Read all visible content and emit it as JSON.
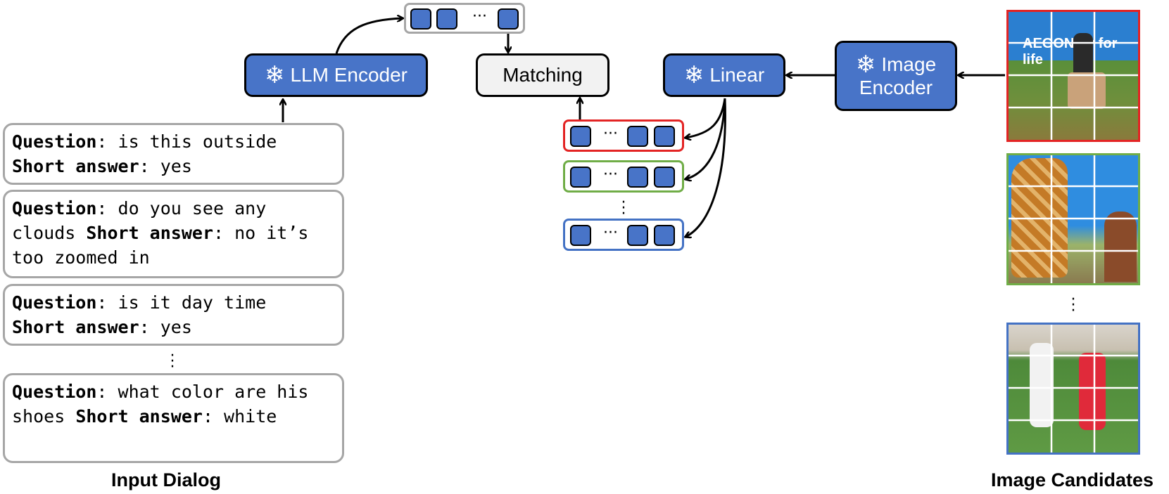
{
  "nodes": {
    "llm_encoder": "LLM Encoder",
    "matching": "Matching",
    "linear": "Linear",
    "image_encoder_line1": "Image",
    "image_encoder_line2": "Encoder"
  },
  "dialog_boxes": [
    {
      "q_label": "Question",
      "q_text": ": is this outside",
      "a_label": "Short answer",
      "a_text": ": yes"
    },
    {
      "q_label": "Question",
      "q_text": ": do you see any clouds",
      "a_label": "Short answer",
      "a_text": ": no it’s too zoomed in"
    },
    {
      "q_label": "Question",
      "q_text": ": is it day time",
      "a_label": "Short answer",
      "a_text": ": yes"
    },
    {
      "q_label": "Question",
      "q_text": ": what color are his shoes",
      "a_label": "Short answer",
      "a_text": ": white"
    }
  ],
  "captions": {
    "input_dialog": "Input Dialog",
    "image_candidates": "Image Candidates"
  },
  "image_photo_text": "AEGON dy for life",
  "colors": {
    "block_blue": "#4874c8",
    "candidate_red": "#e32424",
    "candidate_green": "#70ad47",
    "candidate_blue": "#4472c4",
    "dialog_border": "#a6a6a6",
    "matching_fill": "#f2f2f2"
  },
  "icons": {
    "frozen": "snowflake-icon"
  }
}
